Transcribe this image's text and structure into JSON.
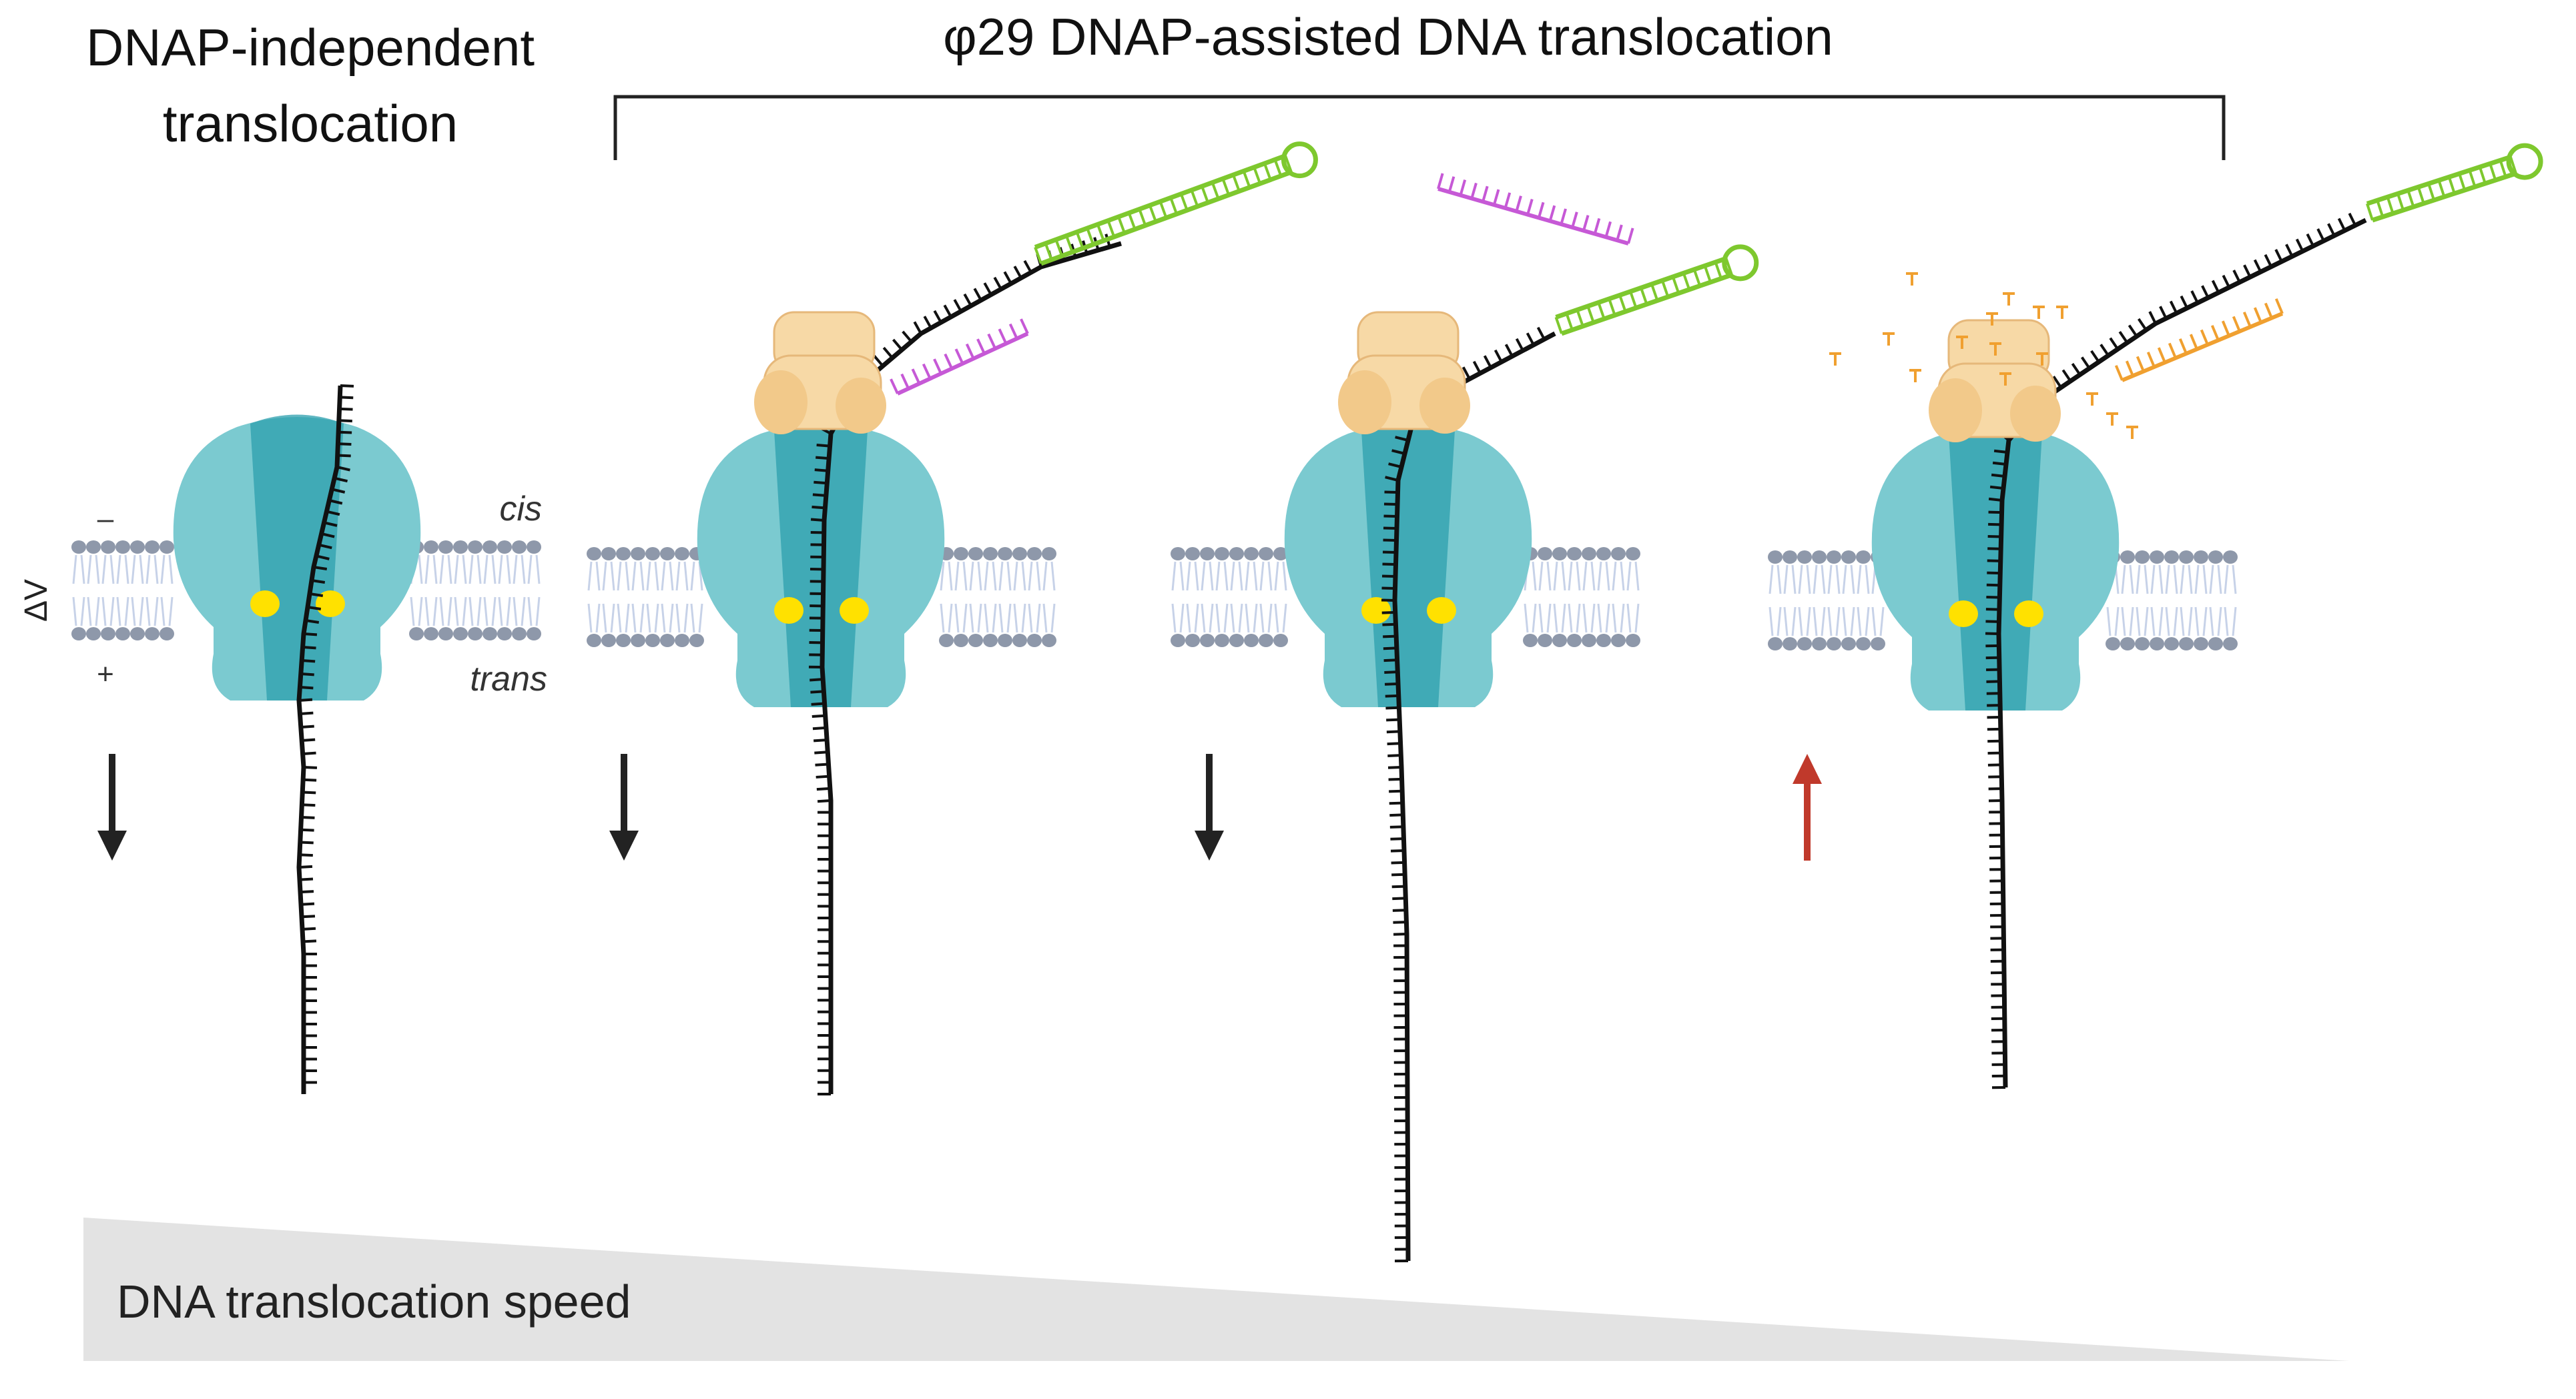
{
  "titles": {
    "independent_line1": "DNAP-independent",
    "independent_line2": "translocation",
    "assisted": "φ29 DNAP-assisted DNA translocation"
  },
  "labels": {
    "voltage": "ΔV",
    "minus": "–",
    "plus": "+",
    "cis": "cis",
    "trans": "trans",
    "speed": "DNA translocation speed"
  },
  "panels": [
    {
      "id": "dnap-independent",
      "arrow": "down",
      "arrow_color": "#222222",
      "strand_tail": "long",
      "has_polymerase": false
    },
    {
      "id": "dnap-bound-blocking-oligo",
      "arrow": "down",
      "arrow_color": "#222222",
      "has_polymerase": true,
      "blocking_oligo_color": "#c659d6",
      "hairpin_color": "#7ec82e"
    },
    {
      "id": "oligo-released",
      "arrow": "down",
      "arrow_color": "#222222",
      "has_polymerase": true,
      "released_oligo_color": "#c659d6",
      "hairpin_color": "#7ec82e"
    },
    {
      "id": "synthesis-reverse",
      "arrow": "up",
      "arrow_color": "#c0392b",
      "has_polymerase": true,
      "nucleotide_color": "#f0a030",
      "hairpin_color": "#7ec82e"
    }
  ],
  "colors": {
    "pore": "#7bcad0",
    "pore_inner": "#2c9fae",
    "constriction_dots": "#ffe100",
    "lipid_head": "#8e98aa",
    "lipid_tail": "#c7d2e8",
    "polymerase": "#f7d9a6",
    "polymerase_outline": "#e6b87a",
    "dna": "#111111",
    "speed_gradient": "#e3e3e3"
  }
}
